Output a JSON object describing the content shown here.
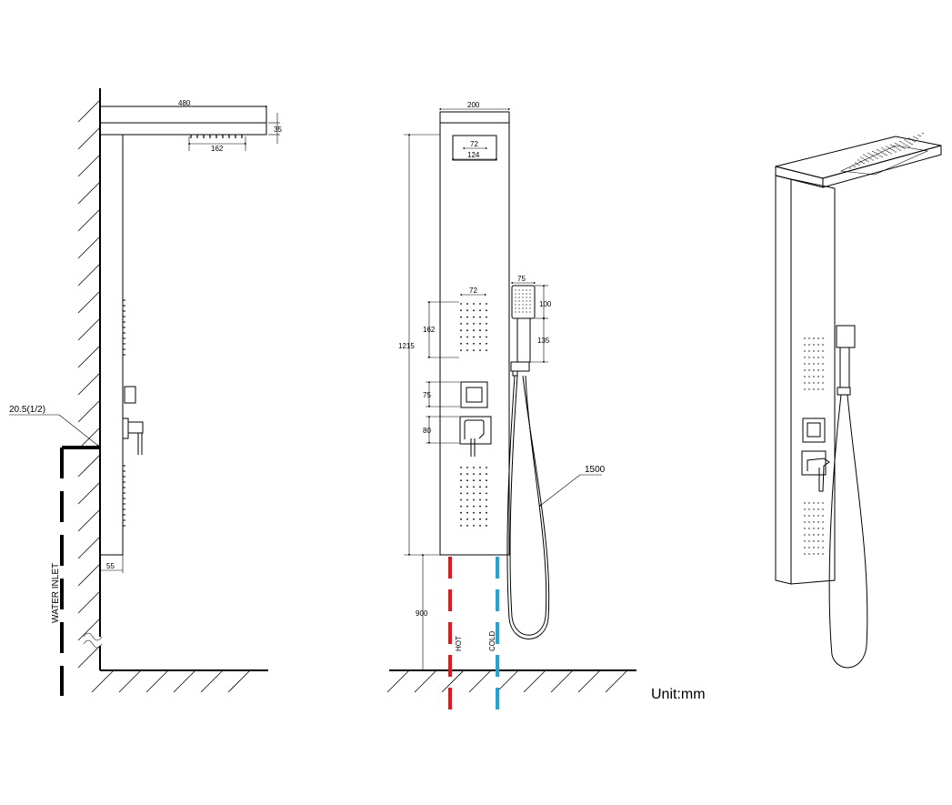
{
  "colors": {
    "hot": "#e8141b",
    "cold": "#1aa7e0",
    "line": "#000000"
  },
  "side_view": {
    "dims": {
      "arm_length": "480",
      "arm_thickness": "35",
      "rain_head": "162",
      "panel_depth": "55"
    },
    "inlet_label": "20.5(1/2)",
    "water_inlet_label": "WATER INLET"
  },
  "front_view": {
    "dims": {
      "top_width": "200",
      "head_inner": "72",
      "head_outer": "124",
      "height": "1215",
      "spray_width": "72",
      "spray_height": "162",
      "diverter": "75",
      "valve": "80",
      "handheld_width": "75",
      "handheld_head": "100",
      "handheld_handle": "135",
      "hose": "1500",
      "floor_height": "900"
    },
    "hot_label": "HOT",
    "cold_label": "COLD"
  },
  "unit_label": "Unit:mm"
}
